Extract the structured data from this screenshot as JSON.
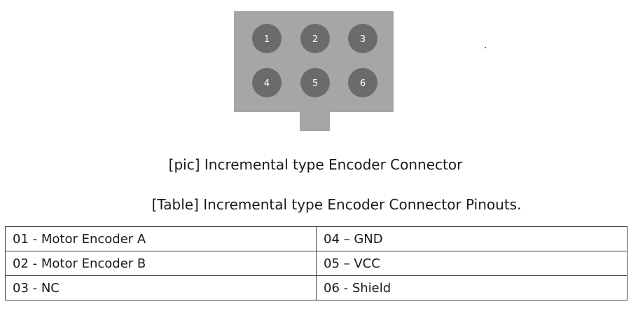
{
  "connector": {
    "pins": [
      {
        "label": "1"
      },
      {
        "label": "2"
      },
      {
        "label": "3"
      },
      {
        "label": "4"
      },
      {
        "label": "5"
      },
      {
        "label": "6"
      }
    ],
    "colors": {
      "body": "#a6a6a6",
      "pin": "#6b6b6b",
      "pin_text": "#ffffff"
    }
  },
  "captions": {
    "picture": "[pic] Incremental type Encoder Connector",
    "table": "[Table] Incremental type Encoder Connector Pinouts."
  },
  "pinout_table": {
    "rows": [
      [
        "01 - Motor Encoder A",
        "04 – GND"
      ],
      [
        "02 - Motor Encoder B",
        "05 – VCC"
      ],
      [
        "03 - NC",
        "06 - Shield"
      ]
    ]
  }
}
